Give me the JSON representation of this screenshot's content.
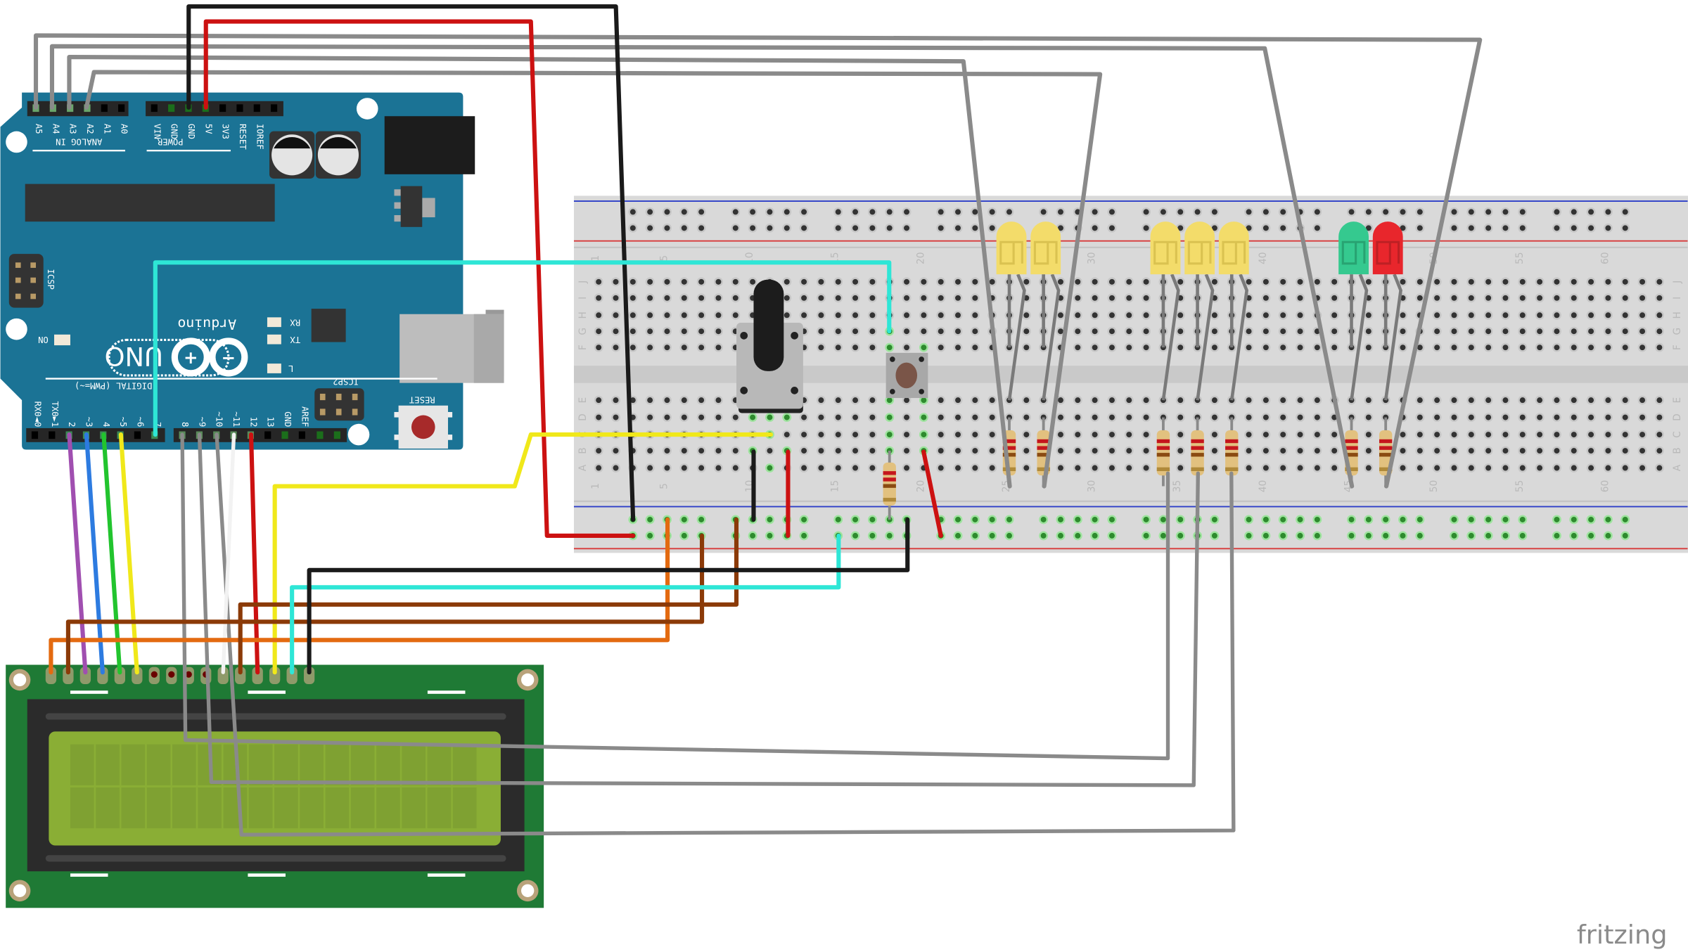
{
  "arduino": {
    "brand": "Arduino",
    "model": "UNO",
    "analog_pins": [
      "A5",
      "A4",
      "A3",
      "A2",
      "A1",
      "A0"
    ],
    "analog_label": "ANALOG IN",
    "power_pins": [
      "VIN",
      "GND",
      "GND",
      "5V",
      "3V3",
      "RESET",
      "IOREF"
    ],
    "power_label": "POWER",
    "icsp_label": "ICSP",
    "icsp2_label": "ICSP2",
    "on_label": "ON",
    "rx_label": "RX",
    "tx_label": "TX",
    "l_label": "L",
    "reset_label": "RESET",
    "digital_label": "DIGITAL (PWM=~)",
    "digital_pins_low": [
      "RX0◄0",
      "TX0►1",
      "2",
      "~3",
      "4",
      "~5",
      "~6",
      "7"
    ],
    "digital_pins_high": [
      "8",
      "~9",
      "~10",
      "~11",
      "12",
      "13",
      "GND",
      "AREF"
    ]
  },
  "breadboard": {
    "rows_top": [
      "J",
      "I",
      "H",
      "G",
      "F"
    ],
    "rows_bottom": [
      "E",
      "D",
      "C",
      "B",
      "A"
    ],
    "column_numbers": [
      "1",
      "5",
      "10",
      "15",
      "20",
      "25",
      "30",
      "35",
      "40",
      "45",
      "50",
      "55",
      "60"
    ]
  },
  "components": {
    "leds": [
      {
        "color": "yellow",
        "hex": "#f3dc6a"
      },
      {
        "color": "yellow",
        "hex": "#f3dc6a"
      },
      {
        "color": "yellow",
        "hex": "#f3dc6a"
      },
      {
        "color": "yellow",
        "hex": "#f3dc6a"
      },
      {
        "color": "yellow",
        "hex": "#f3dc6a"
      },
      {
        "color": "green",
        "hex": "#35c98f"
      },
      {
        "color": "red",
        "hex": "#e8262c"
      }
    ],
    "lcd": {
      "type": "16x2 character LCD",
      "columns": 16,
      "rows": 2
    }
  },
  "colors": {
    "arduino_board": "#1b7395",
    "breadboard": "#d9d9d9",
    "lcd_board": "#1f7a35",
    "lcd_screen": "#8aae35"
  },
  "watermark": "fritzing"
}
